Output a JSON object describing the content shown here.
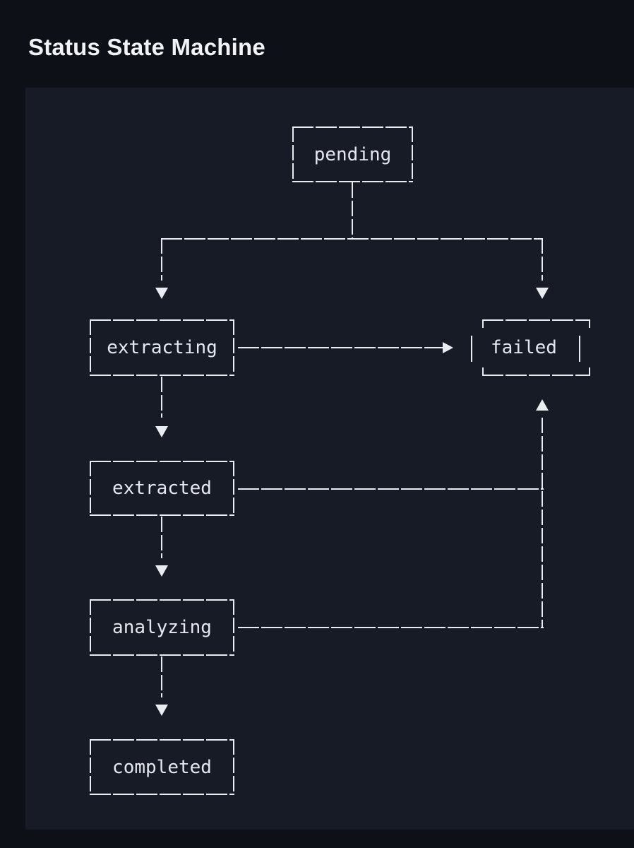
{
  "page": {
    "title": "Status State Machine"
  },
  "colors": {
    "background": "#0d1017",
    "panel": "#171b25",
    "line": "#e9ecf1",
    "text": "#e4e8ee"
  },
  "diagram": {
    "type": "state-machine",
    "nodes": [
      {
        "id": "pending",
        "label": "pending"
      },
      {
        "id": "extracting",
        "label": "extracting"
      },
      {
        "id": "failed",
        "label": "failed"
      },
      {
        "id": "extracted",
        "label": "extracted"
      },
      {
        "id": "analyzing",
        "label": "analyzing"
      },
      {
        "id": "completed",
        "label": "completed"
      }
    ],
    "transitions": [
      {
        "from": "pending",
        "to": "extracting"
      },
      {
        "from": "pending",
        "to": "failed"
      },
      {
        "from": "extracting",
        "to": "failed"
      },
      {
        "from": "extracting",
        "to": "extracted"
      },
      {
        "from": "extracted",
        "to": "failed"
      },
      {
        "from": "extracted",
        "to": "analyzing"
      },
      {
        "from": "analyzing",
        "to": "failed"
      },
      {
        "from": "analyzing",
        "to": "completed"
      }
    ]
  }
}
